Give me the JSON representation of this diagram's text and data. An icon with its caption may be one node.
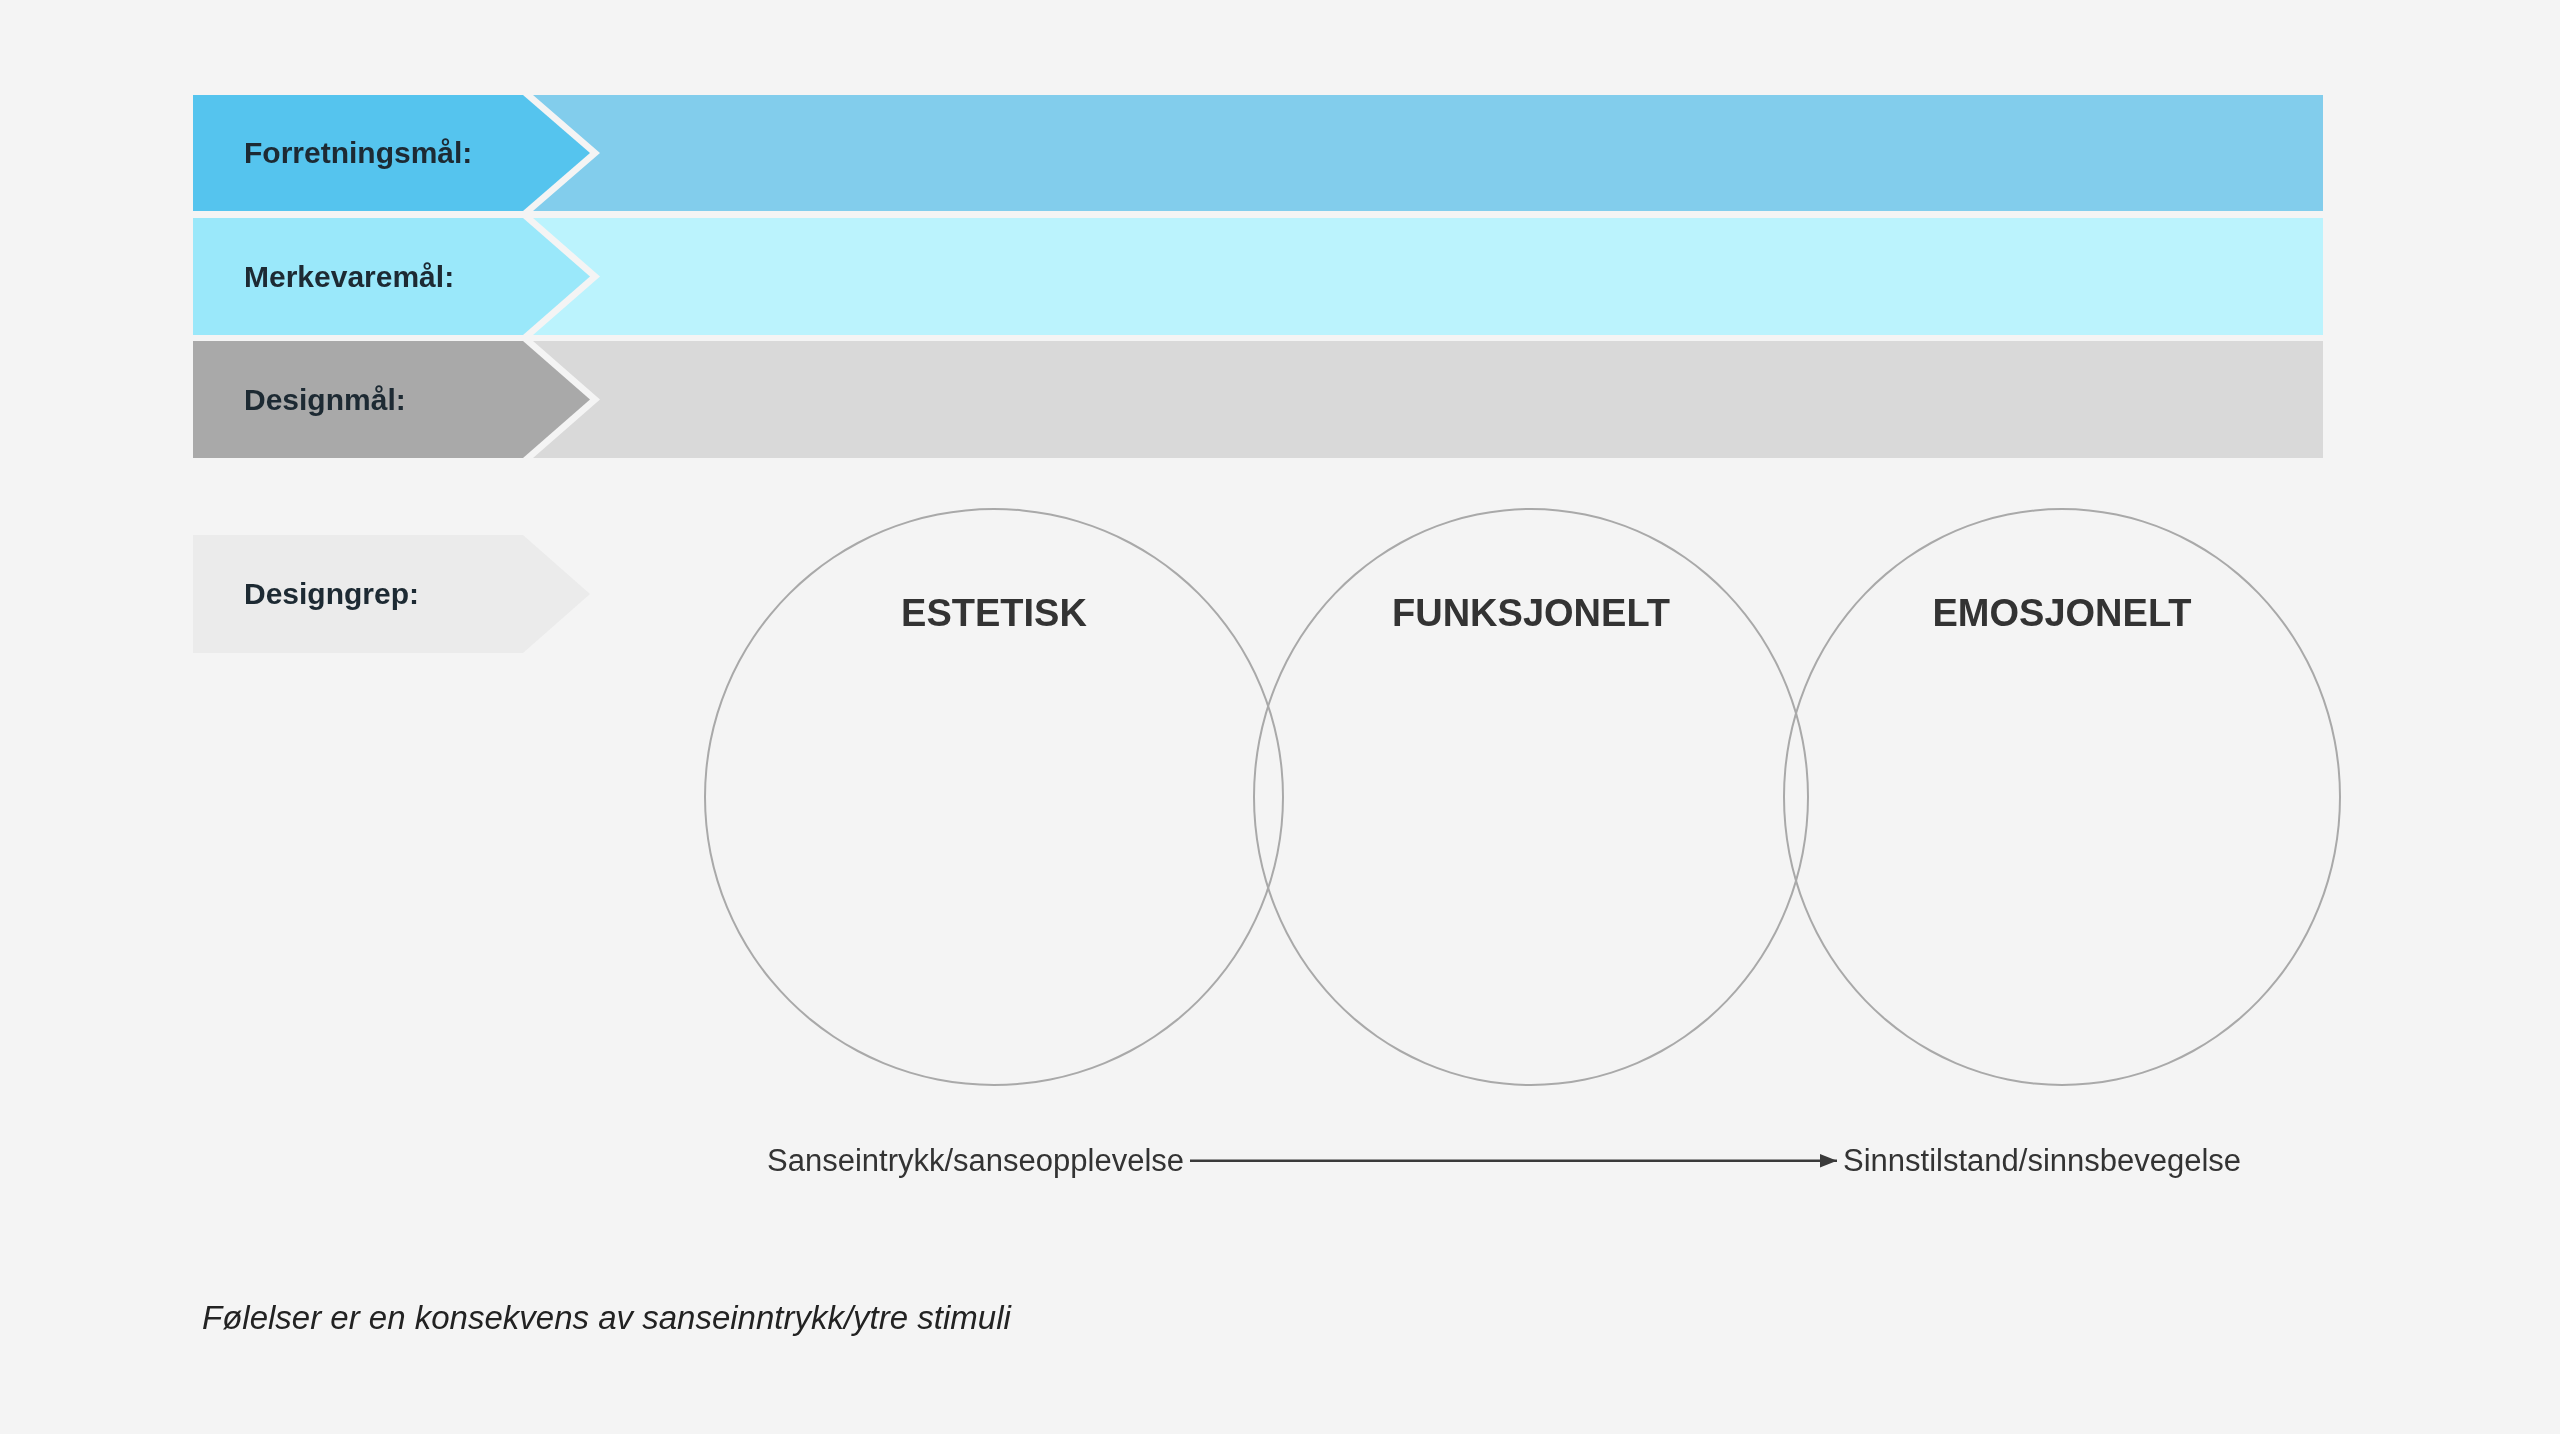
{
  "diagram": {
    "caption": "Følelser er en konsekvens av sanseinntrykk/ytre stimuli",
    "nodes": [
      {
        "text": [
          "Forretningsmål:"
        ]
      },
      {
        "text": [
          "Merkevaremål:"
        ]
      },
      {
        "text": [
          "Designmål:"
        ]
      },
      {
        "text": [
          "Designgrep:"
        ]
      },
      {
        "text": [
          "ESTETISK"
        ]
      },
      {
        "text": [
          "FUNKSJONELT"
        ]
      },
      {
        "text": [
          "EMOSJONELT"
        ]
      },
      {
        "text": [
          "Sanseintrykk/sanseopplevelse"
        ]
      },
      {
        "text": [
          "Sinnstilstand/sinnsbevegelse"
        ]
      }
    ],
    "edges": [
      {
        "from": 7,
        "to": 8,
        "arrow": "to"
      }
    ]
  }
}
